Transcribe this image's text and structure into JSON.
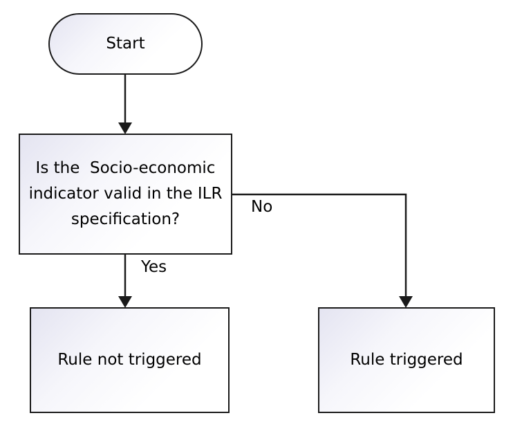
{
  "diagram": {
    "nodes": {
      "start": {
        "label": "Start"
      },
      "decision": {
        "label": "Is the  Socio-economic\nindicator valid in the ILR\nspecification?"
      },
      "not_triggered": {
        "label": "Rule not triggered"
      },
      "triggered": {
        "label": "Rule triggered"
      }
    },
    "edges": {
      "yes_label": "Yes",
      "no_label": "No"
    },
    "colors": {
      "stroke": "#1a1a1a",
      "fill_start": "#e4e4f1",
      "fill_end": "#ffffff",
      "text": "#000000"
    }
  }
}
